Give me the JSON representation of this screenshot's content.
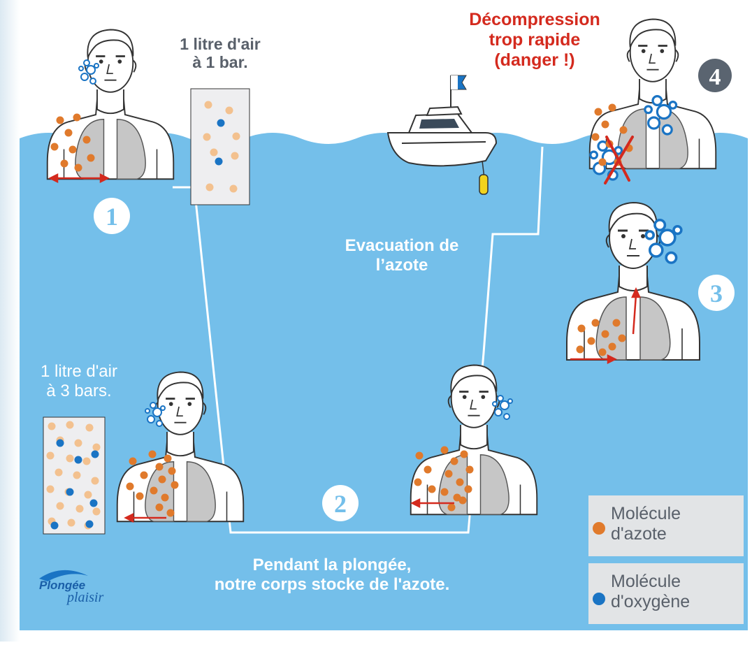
{
  "texts": {
    "air_1bar": "1 litre d'air\nà 1 bar.",
    "air_3bar": "1 litre d'air\nà 3 bars.",
    "decompression": "Décompression\ntrop rapide\n(danger !)",
    "evacuation": "Evacuation de\nl’azote",
    "caption": "Pendant la plongée,\nnotre corps stocke de l'azote.",
    "logo_main": "Plongée",
    "logo_sub": "plaisir"
  },
  "steps": [
    "1",
    "2",
    "3",
    "4"
  ],
  "legend": [
    {
      "label": "Molécule\nd'azote",
      "color": "#e07a2c"
    },
    {
      "label": "Molécule\nd'oxygène",
      "color": "#1a74c4"
    }
  ],
  "colors": {
    "sea": "#74bfea",
    "nitrogen": "#e07a2c",
    "nitrogen_light": "#f3c18f",
    "oxygen": "#1a74c4",
    "danger": "#d42a1e",
    "step_dark": "#5a6470",
    "text_grey": "#59606a",
    "lung": "#c6c6c6",
    "arrow": "#d42a1e"
  },
  "icons": {
    "boat": "boat-icon",
    "flag": "dive-flag-icon",
    "buoy": "buoy-icon",
    "bubbles": "bubbles-icon",
    "cross": "danger-cross-icon"
  }
}
